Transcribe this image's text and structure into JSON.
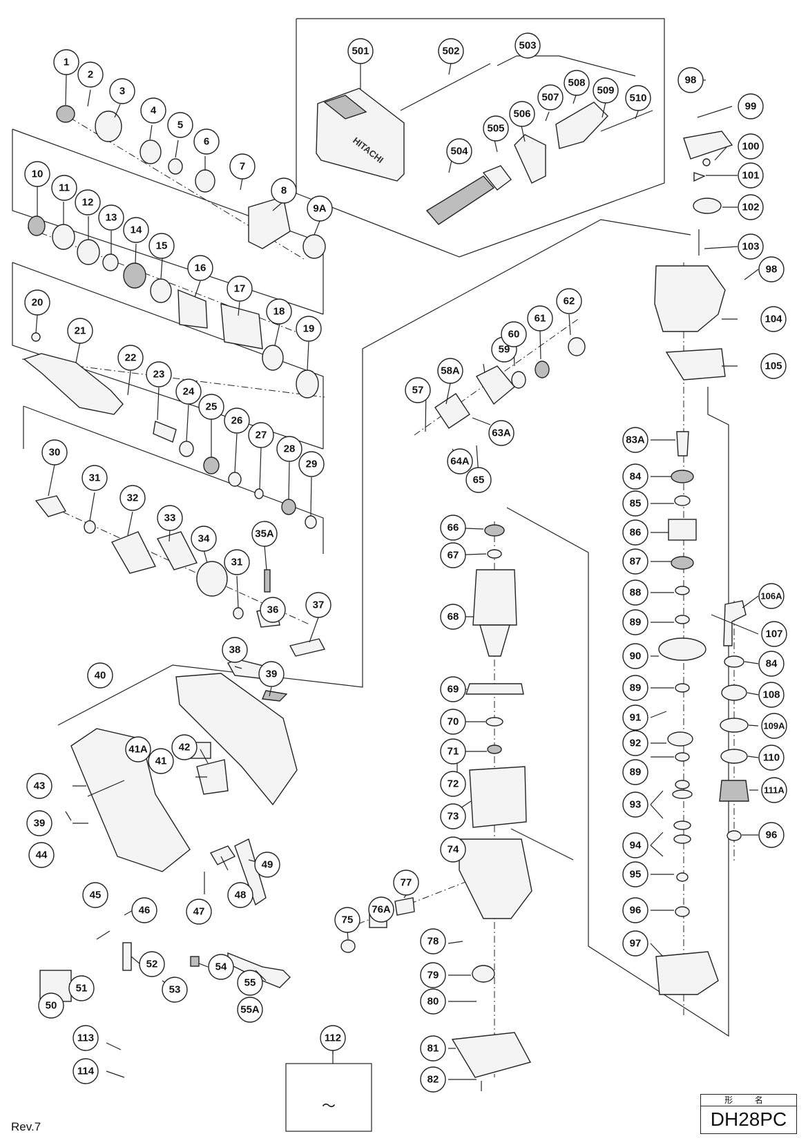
{
  "revision": "Rev.7",
  "model": {
    "caption": "形 名",
    "name": "DH28PC"
  },
  "kit_note": {
    "parent": "112",
    "members": [
      "83",
      "85",
      "87",
      "〜",
      "96"
    ]
  },
  "callouts": [
    "1",
    "2",
    "3",
    "4",
    "5",
    "6",
    "7",
    "8",
    "9A",
    "10",
    "11",
    "12",
    "13",
    "14",
    "15",
    "16",
    "17",
    "18",
    "19",
    "20",
    "21",
    "22",
    "23",
    "24",
    "25",
    "26",
    "27",
    "28",
    "29",
    "30",
    "31",
    "32",
    "33",
    "34",
    "31",
    "35A",
    "36",
    "37",
    "38",
    "39",
    "40",
    "41A",
    "42",
    "41",
    "43",
    "39",
    "44",
    "45",
    "46",
    "47",
    "48",
    "49",
    "50",
    "51",
    "52",
    "53",
    "54",
    "55",
    "55A",
    "113",
    "114",
    "501",
    "502",
    "503",
    "504",
    "505",
    "506",
    "507",
    "508",
    "509",
    "510",
    "57",
    "58A",
    "59",
    "60",
    "61",
    "62",
    "63A",
    "64A",
    "65",
    "66",
    "67",
    "68",
    "69",
    "70",
    "71",
    "72",
    "73",
    "74",
    "75",
    "76A",
    "77",
    "78",
    "79",
    "80",
    "81",
    "82",
    "98",
    "99",
    "100",
    "101",
    "102",
    "103",
    "98",
    "104",
    "105",
    "83A",
    "84",
    "85",
    "86",
    "87",
    "88",
    "89",
    "90",
    "89",
    "91",
    "92",
    "89",
    "93",
    "94",
    "95",
    "96",
    "97",
    "106A",
    "107",
    "84",
    "108",
    "109A",
    "110",
    "111A",
    "96"
  ]
}
